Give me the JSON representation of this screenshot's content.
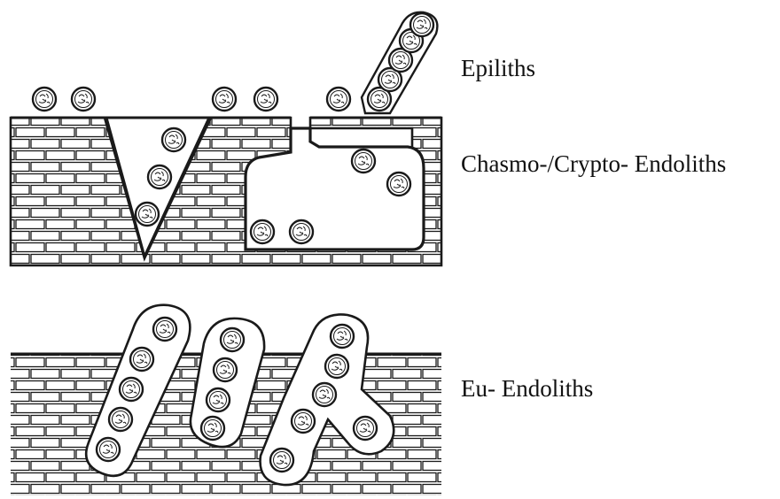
{
  "labels": {
    "epiliths": "Epiliths",
    "chasmo_crypto": "Chasmo-/Crypto- Endoliths",
    "eu": "Eu- Endoliths"
  },
  "colors": {
    "ink": "#1a1a1a",
    "background": "#ffffff"
  }
}
